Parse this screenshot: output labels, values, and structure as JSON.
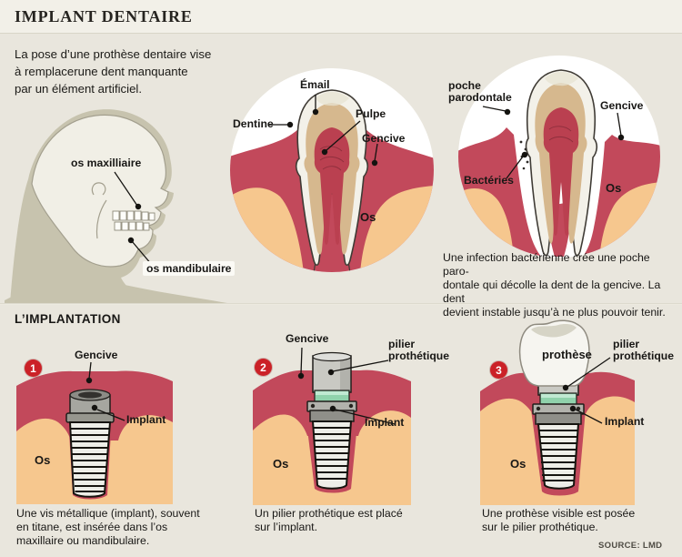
{
  "title": "IMPLANT DENTAIRE",
  "intro_lines": [
    "La pose d’une prothèse dentaire vise",
    "à remplacerune dent manquante",
    "par un élément artificiel."
  ],
  "head": {
    "maxillary_label": "os maxilliaire",
    "mandibular_label": "os mandibulaire"
  },
  "healthy_tooth": {
    "enamel": "Émail",
    "dentine": "Dentine",
    "pulp": "Pulpe",
    "gum": "Gencive",
    "bone": "Os"
  },
  "infected_tooth": {
    "pocket_line1": "poche",
    "pocket_line2": "parodontale",
    "gum": "Gencive",
    "bacteria": "Bactéries",
    "bone": "Os",
    "caption_lines": [
      "Une infection bactérienne crée une poche paro-",
      "dontale qui décolle la dent de la gencive. La dent",
      "devient instable jusqu’à ne plus pouvoir tenir."
    ]
  },
  "implantation": {
    "heading": "L’IMPLANTATION",
    "steps": [
      {
        "number": "1",
        "gum": "Gencive",
        "implant": "Implant",
        "bone": "Os",
        "caption_lines": [
          "Une vis métallique (implant), souvent",
          "en titane, est insérée dans l’os",
          "maxillaire ou mandibulaire."
        ]
      },
      {
        "number": "2",
        "gum": "Gencive",
        "abutment_line1": "pilier",
        "abutment_line2": "prothétique",
        "implant": "Implant",
        "bone": "Os",
        "caption_lines": [
          "Un pilier prothétique est placé",
          "sur l’implant."
        ]
      },
      {
        "number": "3",
        "prosthesis": "prothèse",
        "abutment_line1": "pilier",
        "abutment_line2": "prothétique",
        "implant": "Implant",
        "bone": "Os",
        "caption_lines": [
          "Une prothèse visible est posée",
          "sur le pilier prothétique."
        ]
      }
    ]
  },
  "source": "SOURCE: LMD",
  "colors": {
    "background": "#e9e6dd",
    "header_band": "#f2f0e8",
    "gum_red": "#c2495b",
    "bone_peach": "#f6c78e",
    "pulp_red": "#ba4050",
    "dentine_tan": "#d6b88e",
    "enamel_cream": "#f3f1e9",
    "badge_red": "#cb2127",
    "implant_collar_green": "#90d2ac",
    "silhouette_gray": "#c7c3ae",
    "text_dark": "#181715"
  }
}
